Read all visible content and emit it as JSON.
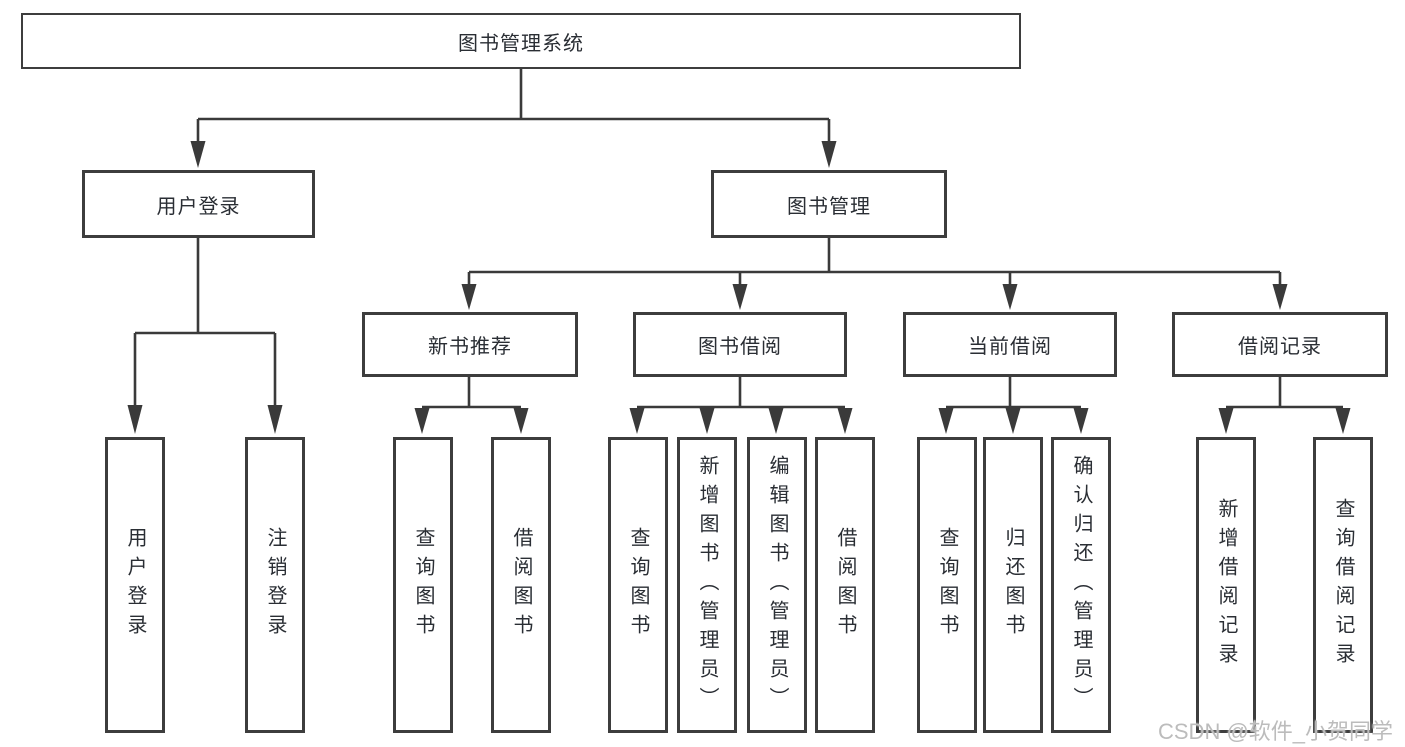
{
  "diagram_type": "hierarchy",
  "tree": {
    "label": "图书管理系统",
    "children": [
      {
        "label": "用户登录",
        "children": [
          {
            "label": "用户登录"
          },
          {
            "label": "注销登录"
          }
        ]
      },
      {
        "label": "图书管理",
        "children": [
          {
            "label": "新书推荐",
            "children": [
              {
                "label": "查询图书"
              },
              {
                "label": "借阅图书"
              }
            ]
          },
          {
            "label": "图书借阅",
            "children": [
              {
                "label": "查询图书"
              },
              {
                "label": "新增图书（管理员）"
              },
              {
                "label": "编辑图书（管理员）"
              },
              {
                "label": "借阅图书"
              }
            ]
          },
          {
            "label": "当前借阅",
            "children": [
              {
                "label": "查询图书"
              },
              {
                "label": "归还图书"
              },
              {
                "label": "确认归还（管理员）"
              }
            ]
          },
          {
            "label": "借阅记录",
            "children": [
              {
                "label": "新增借阅记录"
              },
              {
                "label": "查询借阅记录"
              }
            ]
          }
        ]
      }
    ]
  },
  "watermark": "CSDN @软件_小贺同学",
  "style": {
    "line_color": "#3a3a3a",
    "box_border_color": "#3d3d3d",
    "text_color": "#2a2e34",
    "background_color": "#ffffff",
    "watermark_color": "#bcbcbc"
  }
}
